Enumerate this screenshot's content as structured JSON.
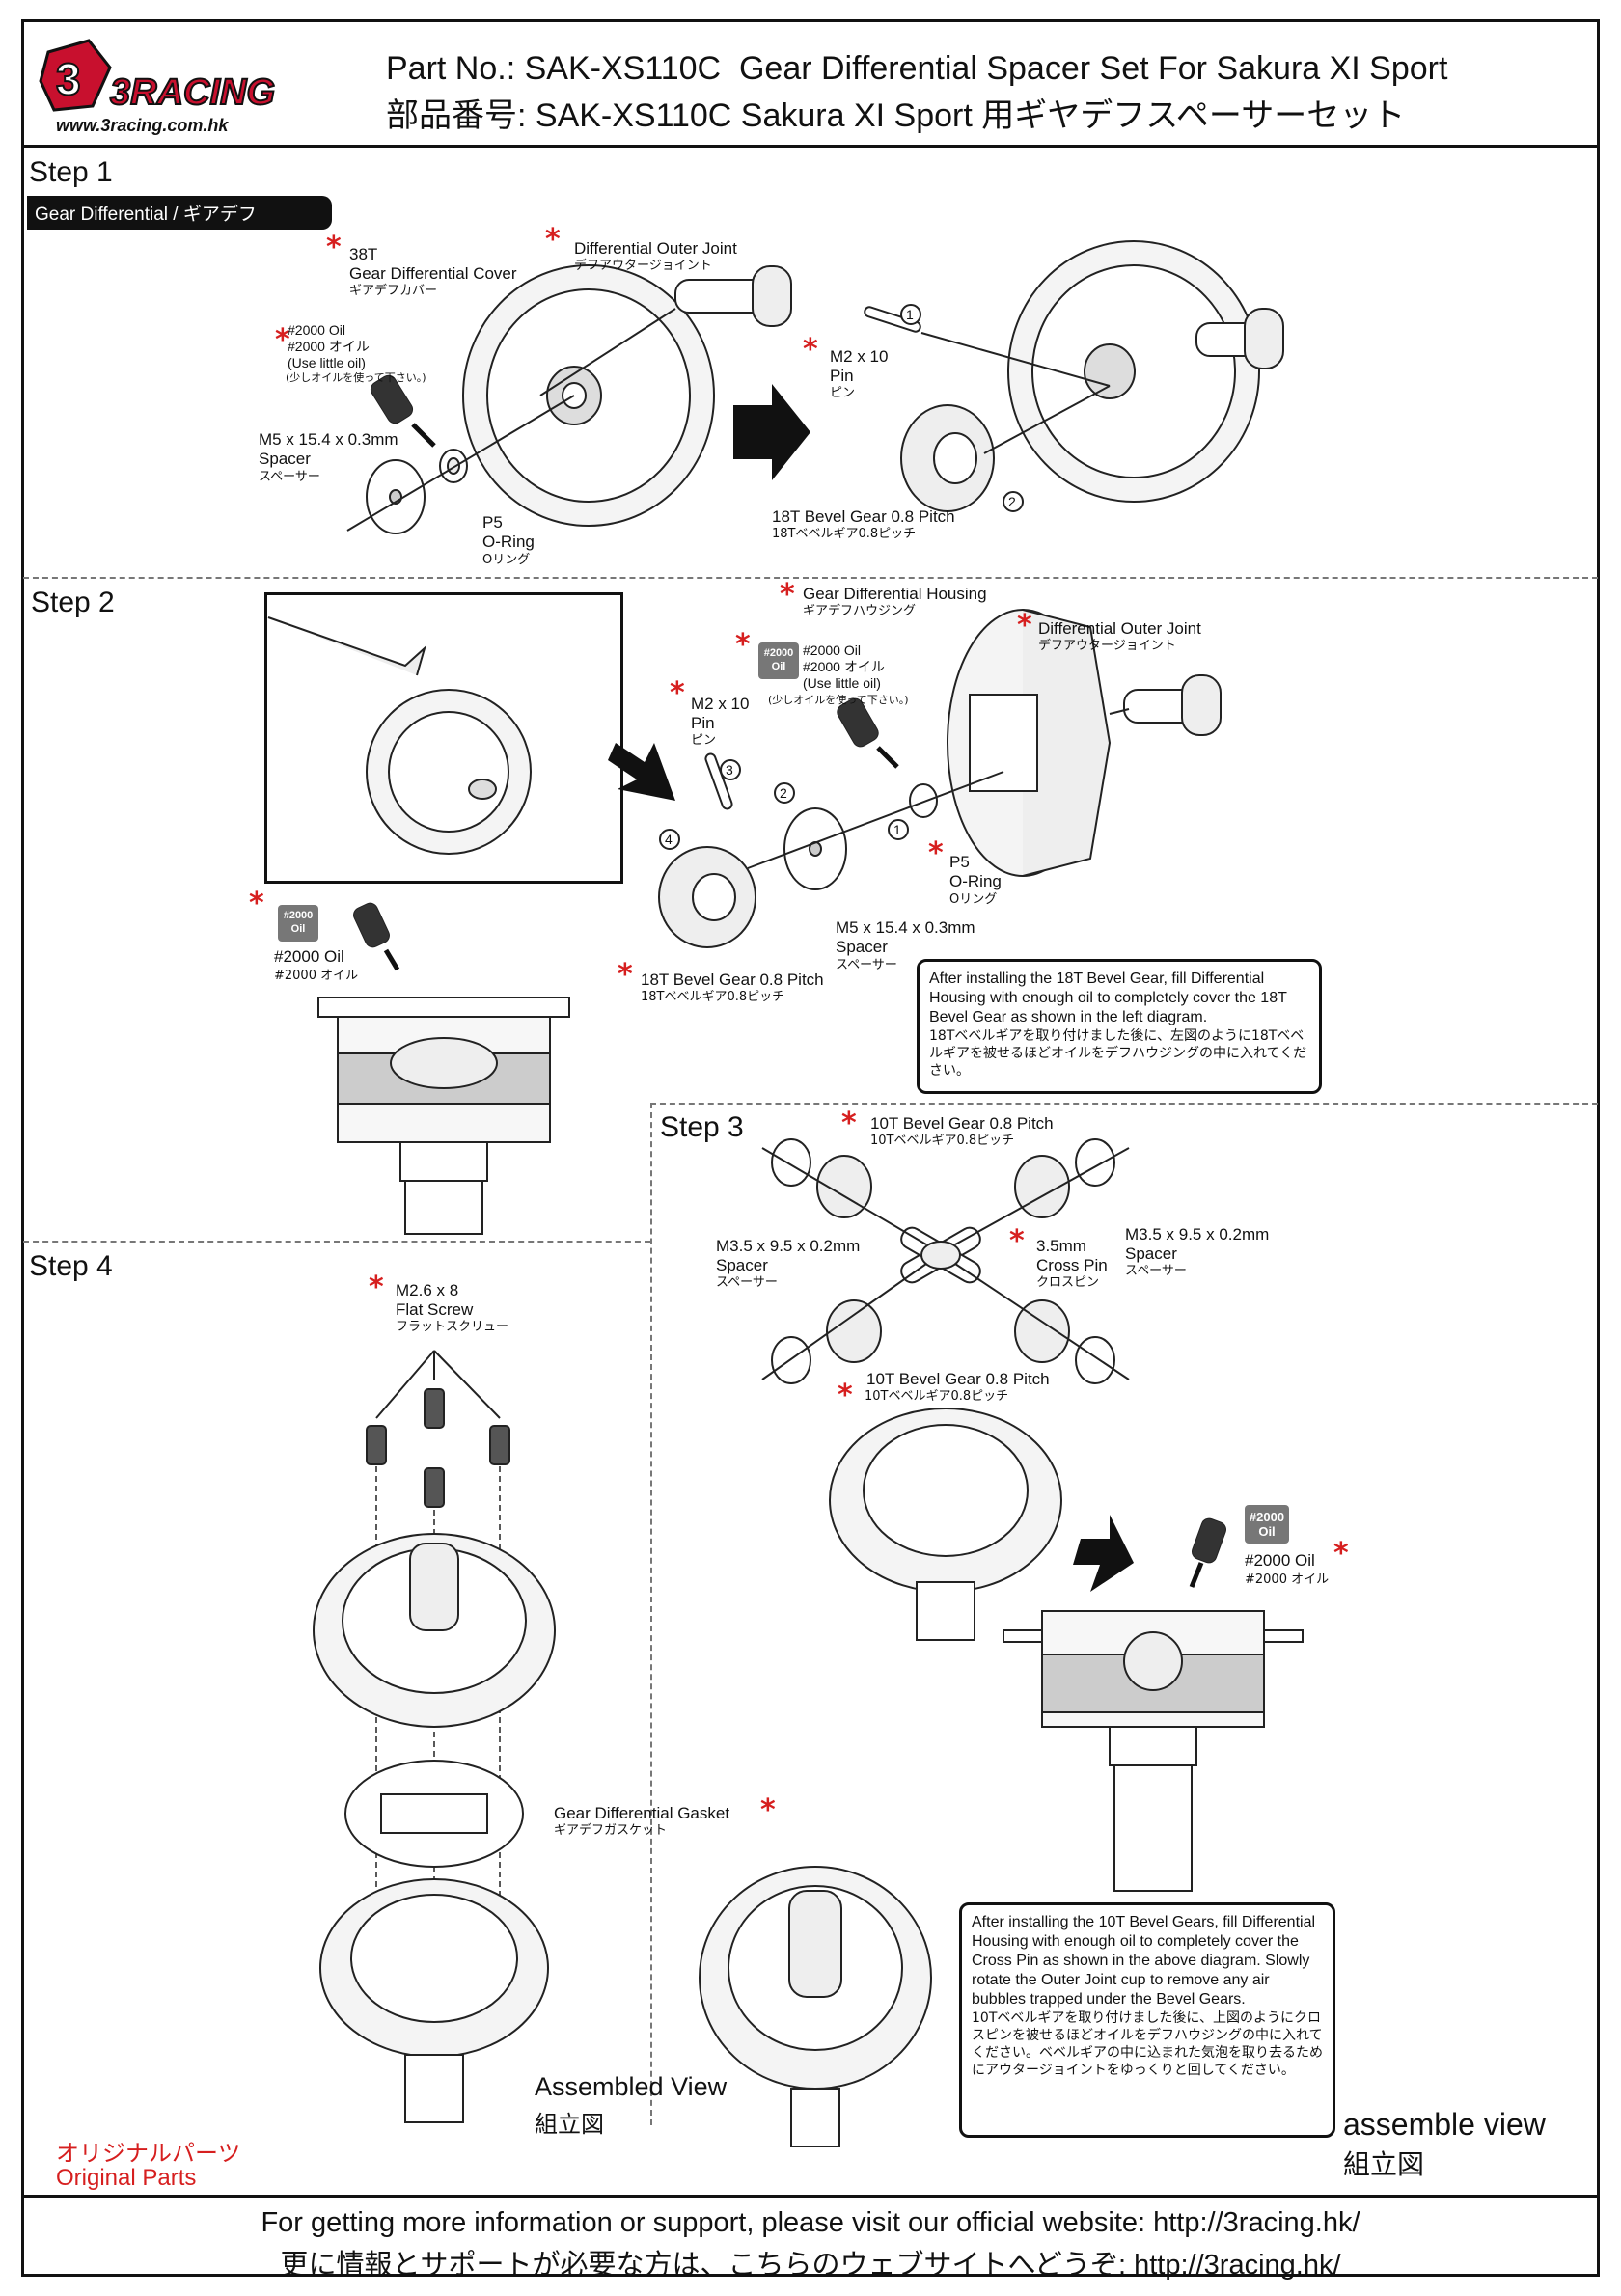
{
  "header": {
    "logo_text": "3RACING",
    "logo_url": "www.3racing.com.hk",
    "title_en": "Part No.: SAK-XS110C  Gear Differential Spacer Set For Sakura XI Sport",
    "title_jp": "部品番号: SAK-XS110C Sakura XI Sport 用ギヤデフスペーサーセット"
  },
  "step1": {
    "title": "Step 1",
    "tag": "Gear Differential / ギアデフ",
    "cover_label": "38T\nGear Differential Cover",
    "cover_jp": "ギアデフカバー",
    "oil_label": "#2000 Oil\n#2000 オイル\n(Use little oil)",
    "oil_jp": "(少しオイルを使って下さい。)",
    "spacer_label": "M5 x 15.4 x 0.3mm\nSpacer",
    "spacer_jp": "スペーサー",
    "oring_label": "P5\nO-Ring",
    "oring_jp": "Oリング",
    "joint_label": "Differential Outer Joint",
    "joint_jp": "デフアウタージョイント",
    "pin_label": "M2 x 10\nPin",
    "pin_jp": "ピン",
    "bevel_label": "18T Bevel Gear 0.8 Pitch",
    "bevel_jp": "18Tベベルギア0.8ピッチ",
    "n1": "1",
    "n2": "2"
  },
  "step2": {
    "title": "Step 2",
    "housing_label": "Gear Differential Housing",
    "housing_jp": "ギアデフハウジング",
    "joint_label": "Differential Outer Joint",
    "joint_jp": "デフアウタージョイント",
    "oil_badge": "#2000\nOil",
    "oil_label": "#2000 Oil\n#2000 オイル\n(Use little oil)",
    "oil_jp": "(少しオイルを使って下さい。)",
    "pin_label": "M2 x 10\nPin",
    "pin_jp": "ピン",
    "oring_label": "P5\nO-Ring",
    "oring_jp": "Oリング",
    "spacer_label": "M5 x 15.4 x 0.3mm\nSpacer",
    "spacer_jp": "スペーサー",
    "bevel_label": "18T Bevel Gear 0.8 Pitch",
    "bevel_jp": "18Tベベルギア0.8ピッチ",
    "oil2_badge": "#2000\nOil",
    "oil2_label": "#2000 Oil",
    "oil2_jp": "#2000 オイル",
    "note_en": "After installing the 18T Bevel Gear, fill Differential Housing with enough oil to completely cover the 18T Bevel Gear as shown in the left diagram.",
    "note_jp": "18Tベベルギアを取り付けました後に、左図のように18Tベベルギアを被せるほどオイルをデフハウジングの中に入れてください。",
    "n1": "1",
    "n2": "2",
    "n3": "3",
    "n4": "4"
  },
  "step3": {
    "title": "Step 3",
    "bevel_top_label": "10T Bevel Gear 0.8 Pitch",
    "bevel_top_jp": "10Tベベルギア0.8ピッチ",
    "spacer_left_label": "M3.5 x 9.5 x 0.2mm\nSpacer",
    "spacer_left_jp": "スペーサー",
    "spacer_right_label": "M3.5 x 9.5 x 0.2mm\nSpacer",
    "spacer_right_jp": "スペーサー",
    "crosspin_label": "3.5mm\nCross Pin",
    "crosspin_jp": "クロスピン",
    "bevel_bot_label": "10T Bevel Gear 0.8 Pitch",
    "bevel_bot_jp": "10Tベベルギア0.8ピッチ",
    "oil_badge": "#2000\nOil",
    "oil_label": "#2000 Oil",
    "oil_jp": "#2000 オイル",
    "note_en": "After installing the 10T Bevel Gears, fill Differential Housing with enough oil to completely cover the Cross Pin as shown in the above diagram. Slowly rotate the Outer Joint cup to remove any air bubbles trapped under the Bevel Gears.",
    "note_jp": "10Tベベルギアを取り付けました後に、上図のようにクロスピンを被せるほどオイルをデフハウジングの中に入れてください。ベベルギアの中に込まれた気泡を取り去るためにアウタージョイントをゆっくりと回してください。",
    "assemble_en": "assemble view",
    "assemble_jp": "組立図"
  },
  "step4": {
    "title": "Step 4",
    "screw_label": "M2.6 x 8\nFlat Screw",
    "screw_jp": "フラットスクリュー",
    "gasket_label": "Gear Differential Gasket",
    "gasket_jp": "ギアデフガスケット",
    "assembled_en": "Assembled View",
    "assembled_jp": "組立図"
  },
  "original": {
    "jp": "オリジナルパーツ",
    "en": "Original Parts"
  },
  "footer": {
    "en": "For getting more information or support, please visit our official website: http://3racing.hk/",
    "jp": "更に情報とサポートが必要な方は、こちらのウェブサイトへどうぞ: http://3racing.hk/"
  },
  "colors": {
    "accent_red": "#d61f1f",
    "ink": "#111111",
    "badge_gray": "#777777"
  }
}
